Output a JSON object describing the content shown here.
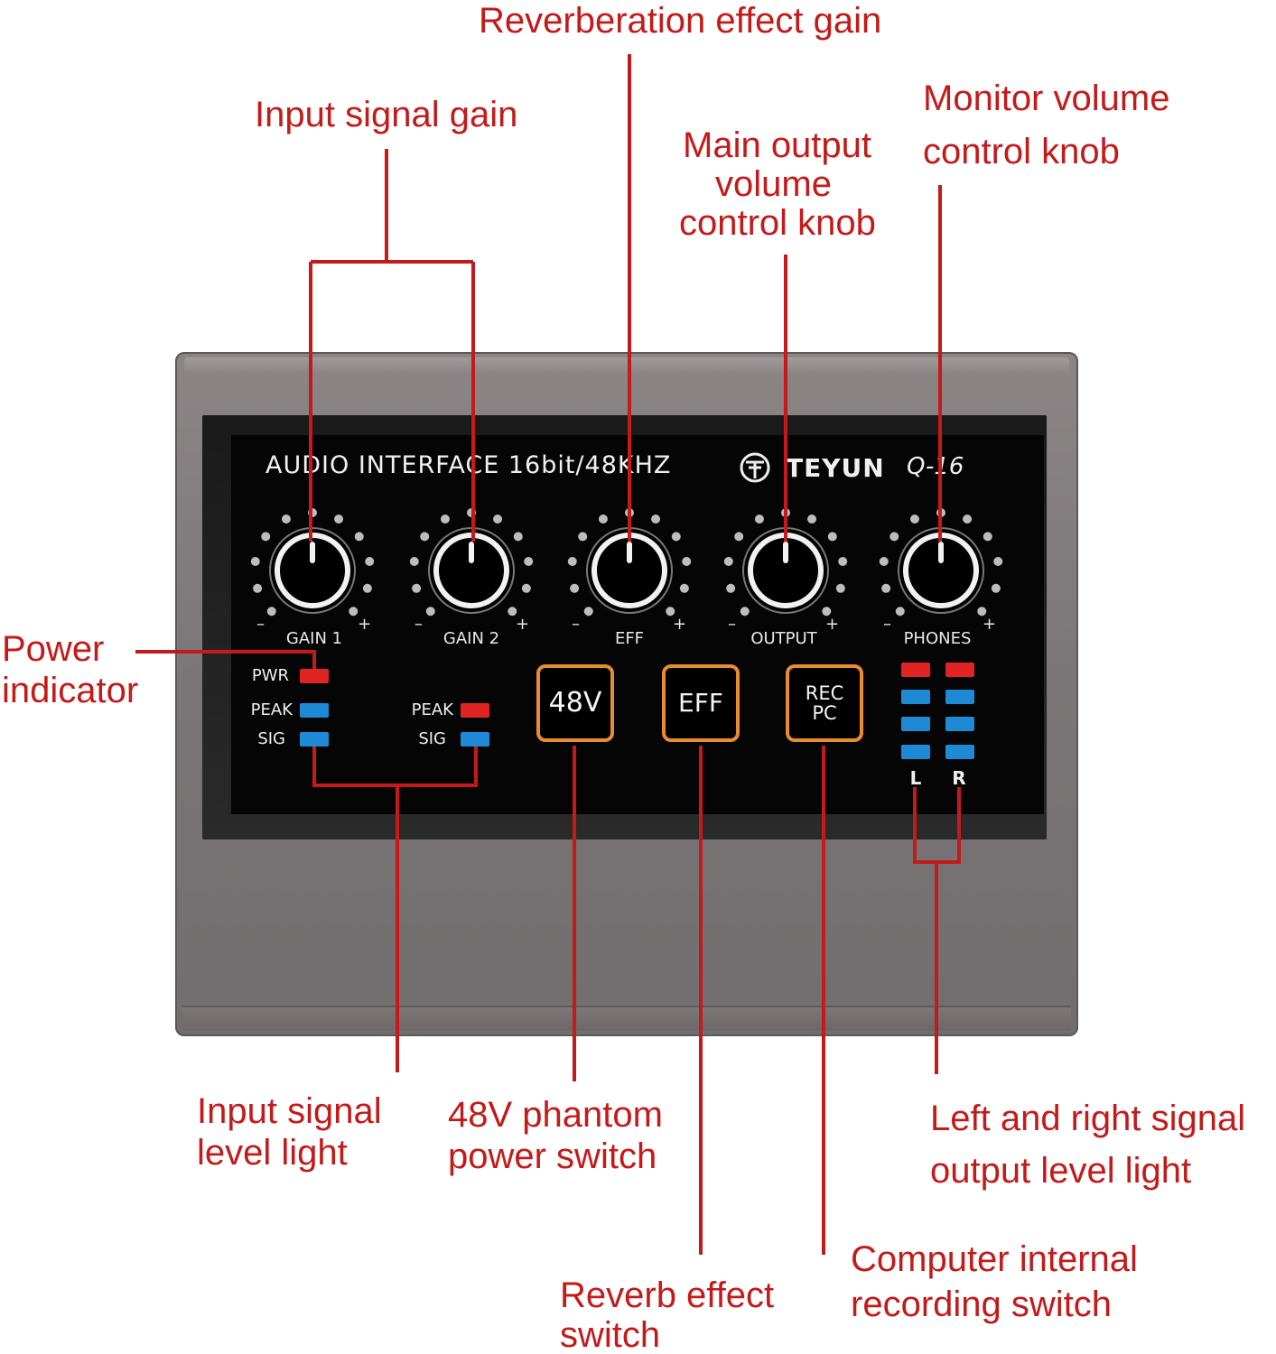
{
  "device": {
    "title": "AUDIO  INTERFACE  16bit/48KHZ",
    "brand": "TEYUN",
    "model": "Q-16",
    "knobs": [
      {
        "label": "GAIN 1",
        "minus": "–",
        "plus": "+"
      },
      {
        "label": "GAIN 2",
        "minus": "–",
        "plus": "+"
      },
      {
        "label": "EFF",
        "minus": "–",
        "plus": "+"
      },
      {
        "label": "OUTPUT",
        "minus": "–",
        "plus": "+"
      },
      {
        "label": "PHONES",
        "minus": "–",
        "plus": "+"
      }
    ],
    "indicators": {
      "pwr": "PWR",
      "peak1": "PEAK",
      "sig1": "SIG",
      "peak2": "PEAK",
      "sig2": "SIG"
    },
    "switches": {
      "phantom": "48V",
      "effect": "EFF",
      "rec_line1": "REC",
      "rec_line2": "PC"
    },
    "meters": {
      "left": "L",
      "right": "R"
    },
    "colors": {
      "led_red": "#e02424",
      "led_blue": "#1e8ad6",
      "switch_border": "#e98c2f",
      "callout": "#c41a1a"
    }
  },
  "callouts": {
    "reverb_gain": "Reverberation effect gain",
    "input_gain": "Input signal gain",
    "main_output_1": "Main output",
    "main_output_2": "volume",
    "main_output_3": "control knob",
    "monitor_1": "Monitor volume",
    "monitor_2": "control knob",
    "power_1": "Power",
    "power_2": "indicator",
    "input_level_1": "Input signal",
    "input_level_2": "level light",
    "phantom_1": "48V phantom",
    "phantom_2": "power switch",
    "output_level_1": "Left and right signal",
    "output_level_2": "output level light",
    "recording_1": "Computer internal",
    "recording_2": "recording switch",
    "reverb_switch_1": "Reverb effect",
    "reverb_switch_2": "switch"
  }
}
